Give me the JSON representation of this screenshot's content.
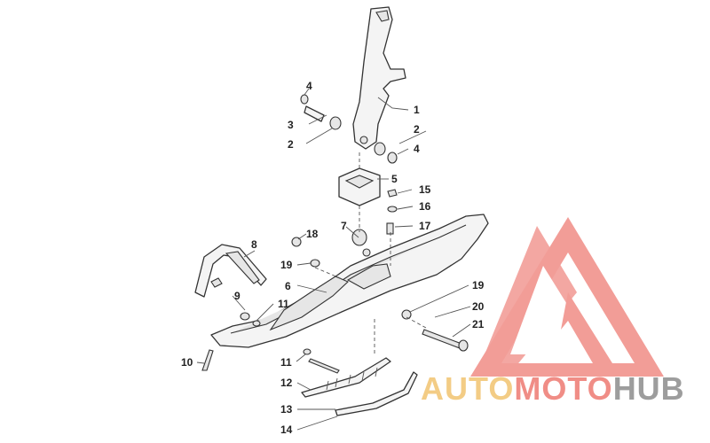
{
  "watermark": {
    "word_parts": [
      "AUTO",
      "MOTO",
      "HUB"
    ],
    "colors": {
      "auto": "#f3cc85",
      "moto": "#f08d86",
      "hub": "#9d9d9d",
      "triangle": "#f08d86"
    },
    "icon": "mountain-triangle-logo"
  },
  "callouts": [
    "1",
    "2",
    "2",
    "3",
    "4",
    "4",
    "5",
    "6",
    "7",
    "8",
    "9",
    "10",
    "11",
    "11",
    "12",
    "13",
    "14",
    "15",
    "16",
    "17",
    "18",
    "19",
    "19",
    "20",
    "21"
  ]
}
